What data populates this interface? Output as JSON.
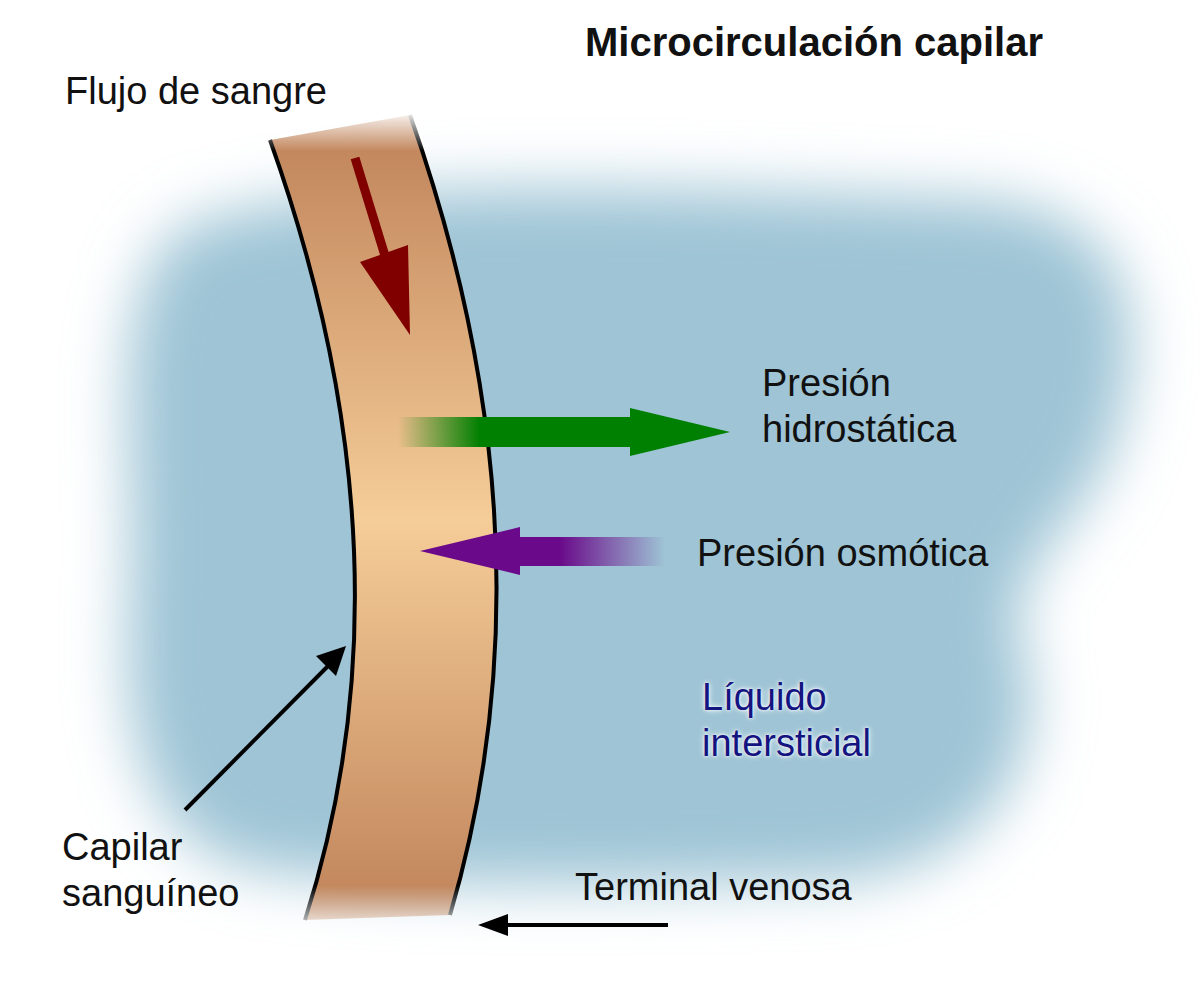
{
  "diagram": {
    "title": "Microcirculación capilar",
    "labels": [
      "Flujo de sangre",
      "Presión hidrostática",
      "Presión osmótica",
      "Líquido intersticial",
      "Capilar sanguíneo",
      "Terminal venosa"
    ]
  }
}
